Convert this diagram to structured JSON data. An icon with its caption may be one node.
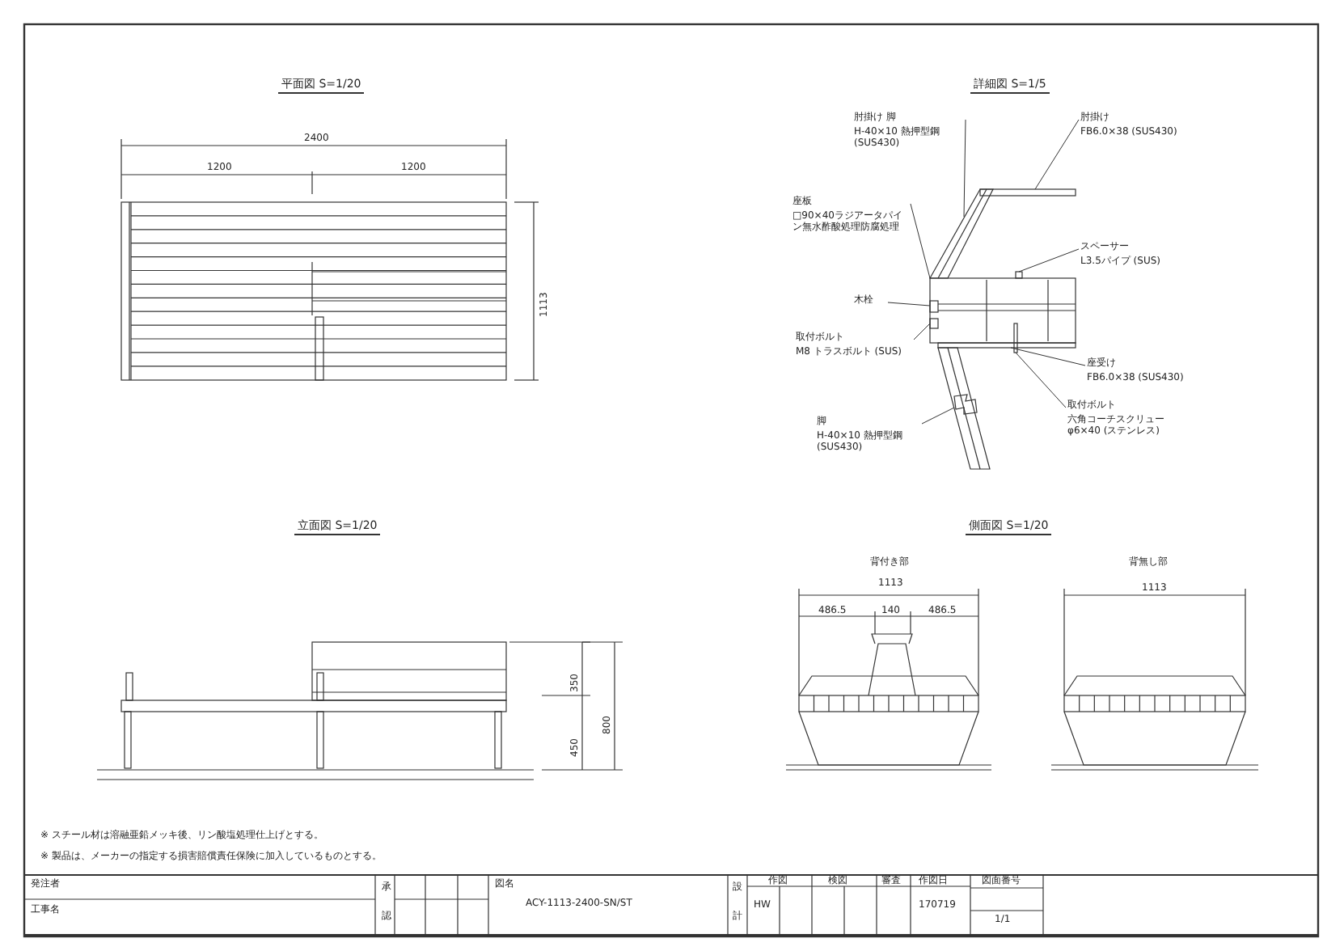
{
  "diagram": {
    "nodes": [
      {
        "text": [
          "肘掛け 脚",
          "H-40×10 熱押型鋼 (SUS430)"
        ]
      },
      {
        "text": [
          "肘掛け",
          "FB6.0×38 (SUS430)"
        ]
      },
      {
        "text": [
          "座板",
          "□90×40ラジアータパイン無水酢酸処理防腐処理"
        ]
      },
      {
        "text": [
          "スペーサー",
          "L3.5パイプ (SUS)"
        ]
      },
      {
        "text": [
          "木栓"
        ]
      },
      {
        "text": [
          "取付ボルト",
          "M8 トラスボルト (SUS)"
        ]
      },
      {
        "text": [
          "座受け",
          "FB6.0×38 (SUS430)"
        ]
      },
      {
        "text": [
          "脚",
          "H-40×10 熱押型鋼 (SUS430)"
        ]
      },
      {
        "text": [
          "取付ボルト",
          "六角コーチスクリュー φ6×40 (ステンレス)"
        ]
      },
      {
        "text": [],
        "shape": "bar"
      },
      {
        "text": [],
        "shape": "bar"
      },
      {
        "text": [],
        "shape": "box"
      },
      {
        "text": [],
        "shape": "box"
      },
      {
        "text": [],
        "shape": "box",
        "in": 11
      },
      {
        "text": [],
        "shape": "box",
        "in": 11
      },
      {
        "text": [],
        "shape": "bar"
      },
      {
        "text": [],
        "shape": "bar"
      },
      {
        "text": [],
        "shape": "box"
      }
    ],
    "edges": [
      {
        "from": 0,
        "to": 9,
        "arrow": "none"
      },
      {
        "from": 1,
        "to": 10,
        "arrow": "none"
      },
      {
        "from": 2,
        "to": 11,
        "arrow": "none"
      },
      {
        "from": 3,
        "to": 12,
        "arrow": "none"
      },
      {
        "from": 4,
        "to": 13,
        "arrow": "none"
      },
      {
        "from": 5,
        "to": 14,
        "arrow": "none"
      },
      {
        "from": 6,
        "to": 15,
        "arrow": "none"
      },
      {
        "from": 7,
        "to": 16,
        "arrow": "none"
      },
      {
        "from": 8,
        "to": 17,
        "arrow": "none"
      }
    ],
    "labels": [
      "平面図 S=1/20",
      "2400",
      "1200",
      "1200",
      "1113",
      "詳細図 S=1/5",
      "立面図 S=1/20",
      "350",
      "450",
      "800",
      "側面図 S=1/20",
      "背付き部",
      "1113",
      "486.5",
      "140",
      "486.5",
      "背無し部",
      "1113",
      "※ スチール材は溶融亜鉛メッキ後、リン酸塩処理仕上げとする。",
      "※ 製品は、メーカーの指定する損害賠償責任保険に加入しているものとする。",
      "発注者",
      "工事名",
      "承",
      "認",
      "図名",
      "ACY-1113-2400-SN/ST",
      "設",
      "計",
      "作図",
      "検図",
      "審査",
      "作図日",
      "図面番号",
      "HW",
      "170719",
      "1/1"
    ]
  }
}
